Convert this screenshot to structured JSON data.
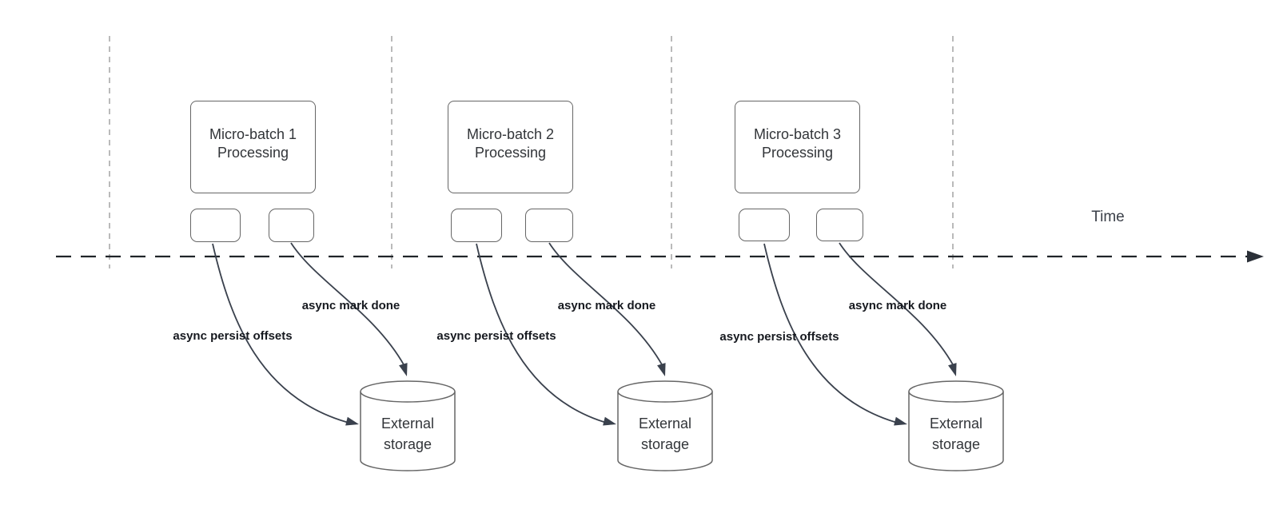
{
  "diagram": {
    "time_axis": {
      "label": "Time"
    },
    "groups": [
      {
        "box": {
          "line1": "Micro-batch 1",
          "line2": "Processing"
        },
        "persist_label": "async persist offsets",
        "mark_done_label": "async mark done",
        "storage": {
          "line1": "External",
          "line2": "storage"
        }
      },
      {
        "box": {
          "line1": "Micro-batch 2",
          "line2": "Processing"
        },
        "persist_label": "async persist offsets",
        "mark_done_label": "async mark done",
        "storage": {
          "line1": "External",
          "line2": "storage"
        }
      },
      {
        "box": {
          "line1": "Micro-batch 3",
          "line2": "Processing"
        },
        "persist_label": "async persist offsets",
        "mark_done_label": "async mark done",
        "storage": {
          "line1": "External",
          "line2": "storage"
        }
      }
    ],
    "colors": {
      "background": "#ffffff",
      "shape_border": "#666666",
      "shape_text": "#323539",
      "edge": "#3a414d",
      "edge_label_text": "#16191f",
      "axis_line": "#202429",
      "guide_line": "#a9a9a9"
    }
  }
}
